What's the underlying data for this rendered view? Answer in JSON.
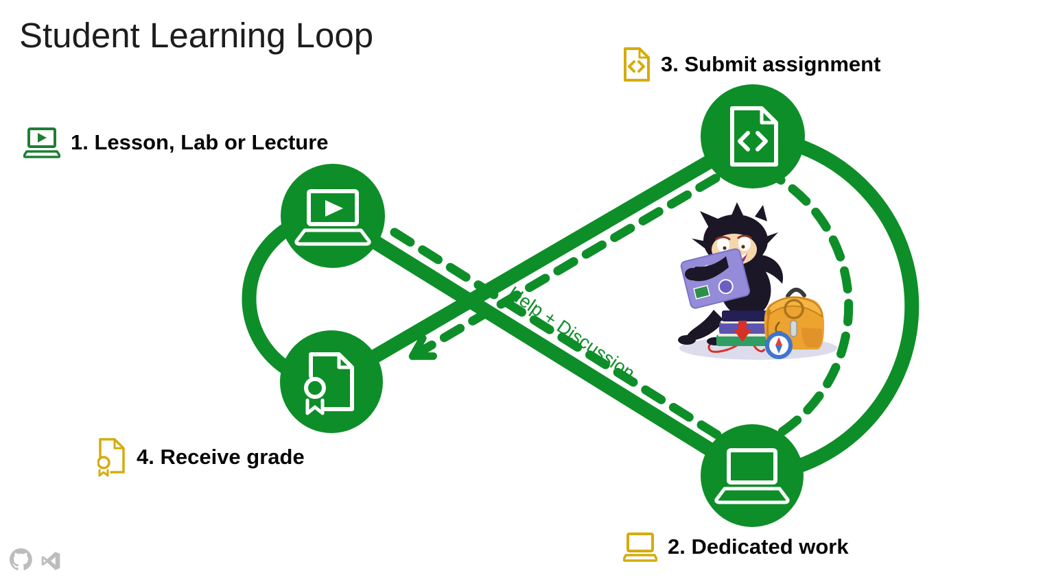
{
  "slide": {
    "title": "Student Learning Loop",
    "annotation": "Help + Discussion",
    "steps": [
      {
        "label": "1. Lesson, Lab or Lecture",
        "icon": "laptop-play-icon"
      },
      {
        "label": "2. Dedicated work",
        "icon": "laptop-icon"
      },
      {
        "label": "3. Submit assignment",
        "icon": "code-file-icon"
      },
      {
        "label": "4. Receive grade",
        "icon": "certificate-file-icon"
      }
    ],
    "nodes": [
      {
        "icon": "laptop-play-icon"
      },
      {
        "icon": "laptop-icon"
      },
      {
        "icon": "code-file-icon"
      },
      {
        "icon": "certificate-file-icon"
      }
    ],
    "illustration": "octocat-studying-with-laptop-books-backpack",
    "footer_logos": [
      "github-logo",
      "visual-studio-logo"
    ],
    "colors": {
      "loop_green": "#0e8e28",
      "step_icon_green": "#1e7e34",
      "step_icon_yellow": "#d4ac0d",
      "title_text": "#1d1d1d",
      "label_text": "#050505",
      "annotation_green": "#0e8e28",
      "logo_gray": "#bdbdbd"
    }
  }
}
